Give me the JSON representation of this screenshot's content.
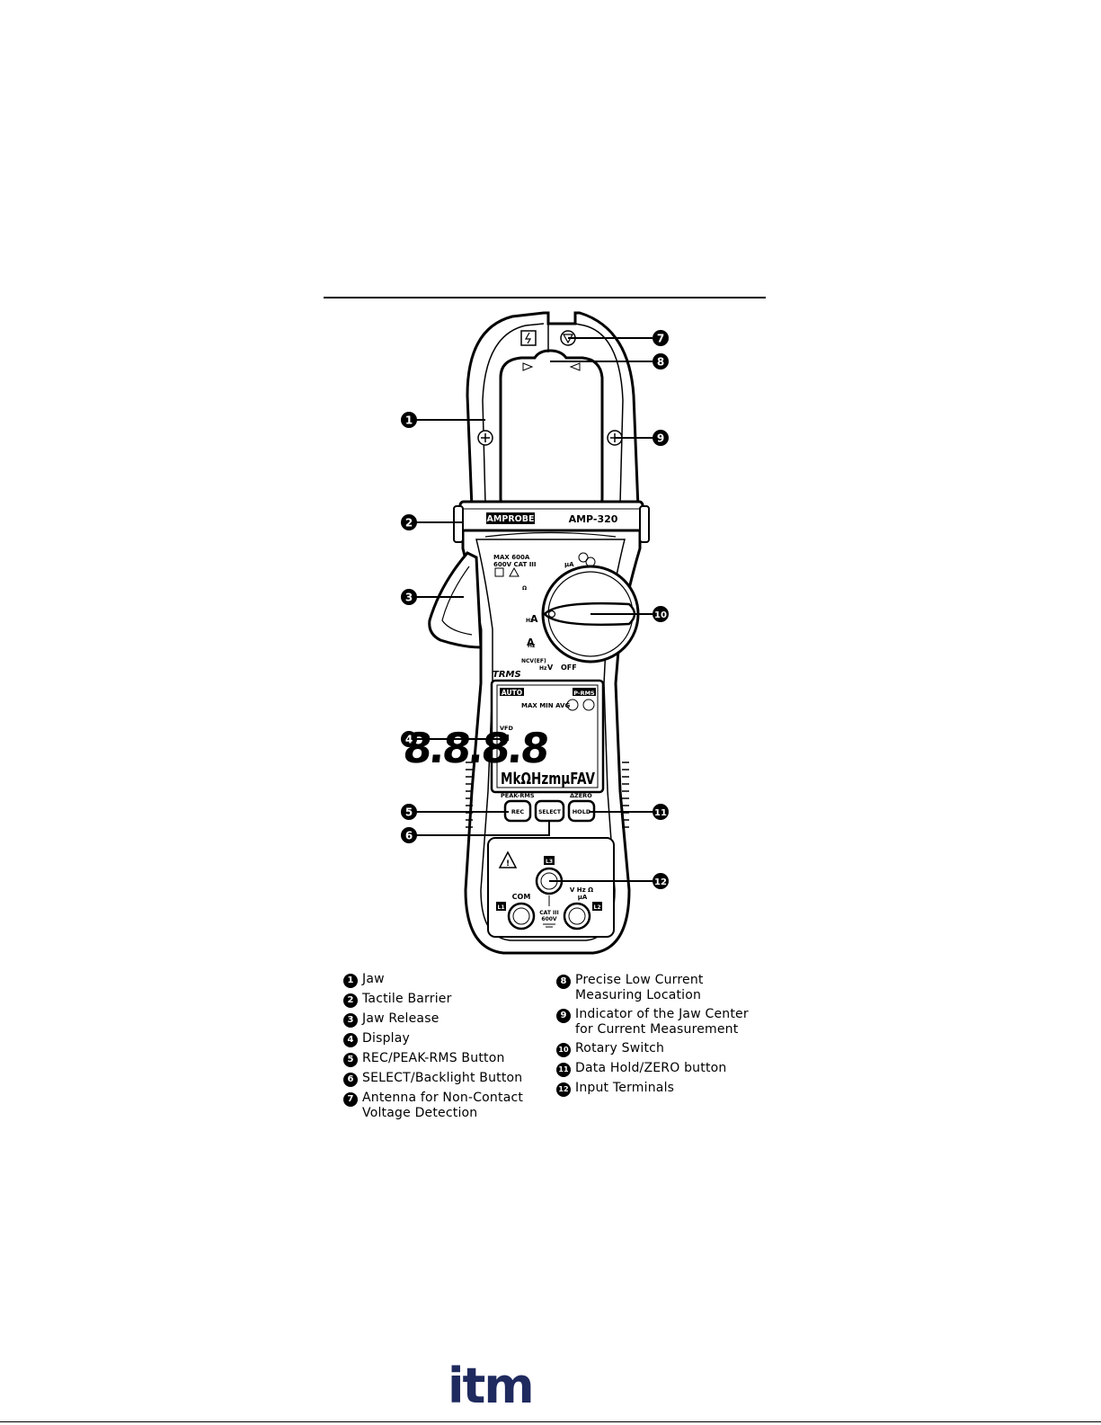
{
  "device": {
    "brand": "AMPROBE",
    "model": "AMP-320",
    "rating_line1": "MAX 600A",
    "rating_line2": "600V CAT III",
    "trms": "TRMS",
    "lcd_top": "AUTO",
    "lcd_peak": "P-RMS",
    "lcd_minmax": "MAX MIN AVG",
    "lcd_vfd": "VFD",
    "lcd_digits": "8.8.8.8",
    "lcd_units": "MkΩHzmμFAV",
    "btn_rec_top": "PEAK-RMS",
    "btn_rec": "REC",
    "btn_select": "SELECT",
    "btn_hold_top": "ΔZERO",
    "btn_hold": "HOLD",
    "switch_off": "OFF",
    "switch_ncv": "NCV(EF)",
    "switch_hz": "Hz",
    "switch_ua": "μA",
    "term_com": "COM",
    "term_vhz": "V Hz Ω",
    "term_ua": "μA",
    "term_cat": "CAT III",
    "term_600v": "600V",
    "term_l1": "L1",
    "term_l2": "L2",
    "term_l3": "L3"
  },
  "callouts": [
    "1",
    "2",
    "3",
    "4",
    "5",
    "6",
    "7",
    "8",
    "9",
    "10",
    "11",
    "12"
  ],
  "legend_left": [
    {
      "num": "1",
      "text": "Jaw"
    },
    {
      "num": "2",
      "text": "Tactile Barrier"
    },
    {
      "num": "3",
      "text": "Jaw Release"
    },
    {
      "num": "4",
      "text": "Display"
    },
    {
      "num": "5",
      "text": "REC/PEAK-RMS Button"
    },
    {
      "num": "6",
      "text": "SELECT/Backlight Button"
    },
    {
      "num": "7",
      "text": "Antenna for Non-Contact\nVoltage Detection"
    }
  ],
  "legend_right": [
    {
      "num": "8",
      "text": "Precise Low Current\nMeasuring Location"
    },
    {
      "num": "9",
      "text": "Indicator of the Jaw Center\nfor Current Measurement"
    },
    {
      "num": "10",
      "text": "Rotary Switch"
    },
    {
      "num": "11",
      "text": "Data Hold/ZERO button"
    },
    {
      "num": "12",
      "text": "Input Terminals"
    }
  ],
  "footer_logo": "itm"
}
